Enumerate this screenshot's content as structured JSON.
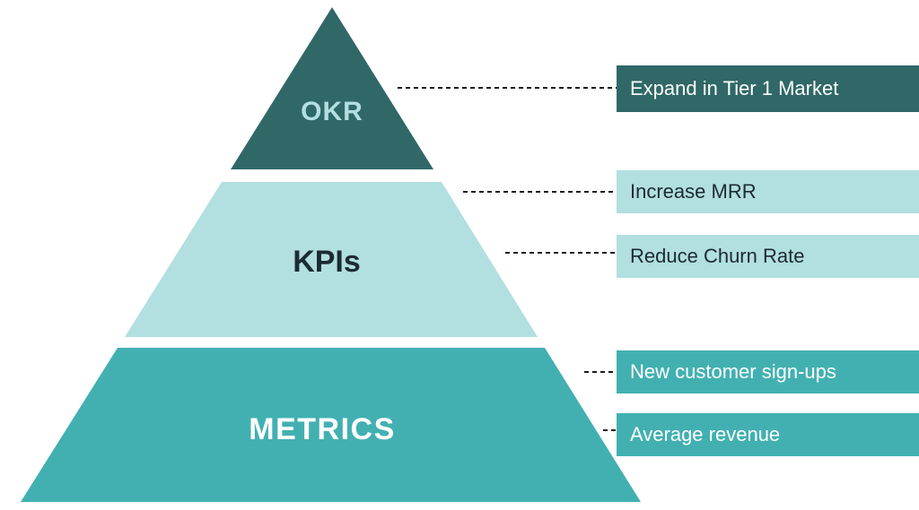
{
  "colors": {
    "dark_teal": "#2F6867",
    "light_teal": "#B2DFDF",
    "medium_teal": "#42B0B1",
    "dark_text": "#1C2B33",
    "white_text": "#FFFFFF",
    "connector_dash": "#1A1A1A"
  },
  "pyramid": {
    "tiers": [
      {
        "id": "okr",
        "label": "OKR"
      },
      {
        "id": "kpis",
        "label": "KPIs"
      },
      {
        "id": "metrics",
        "label": "METRICS"
      }
    ]
  },
  "callouts": [
    {
      "tier": "okr",
      "label": "Expand in Tier 1 Market"
    },
    {
      "tier": "kpis",
      "label": "Increase MRR"
    },
    {
      "tier": "kpis",
      "label": "Reduce Churn Rate"
    },
    {
      "tier": "metrics",
      "label": "New customer sign-ups"
    },
    {
      "tier": "metrics",
      "label": "Average revenue"
    }
  ]
}
